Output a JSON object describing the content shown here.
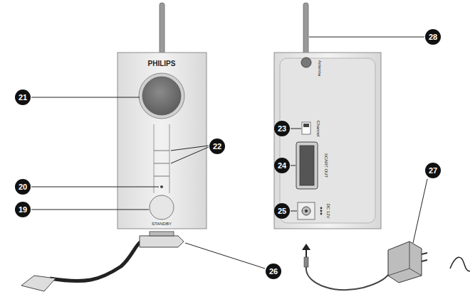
{
  "diagram": {
    "labels": [
      "PHILIPS",
      "STANDBY",
      "Antenna",
      "Channel",
      "SCART OUT",
      "DC 12V",
      "21",
      "22",
      "20",
      "19",
      "28",
      "23",
      "24",
      "25",
      "27",
      "26"
    ]
  }
}
